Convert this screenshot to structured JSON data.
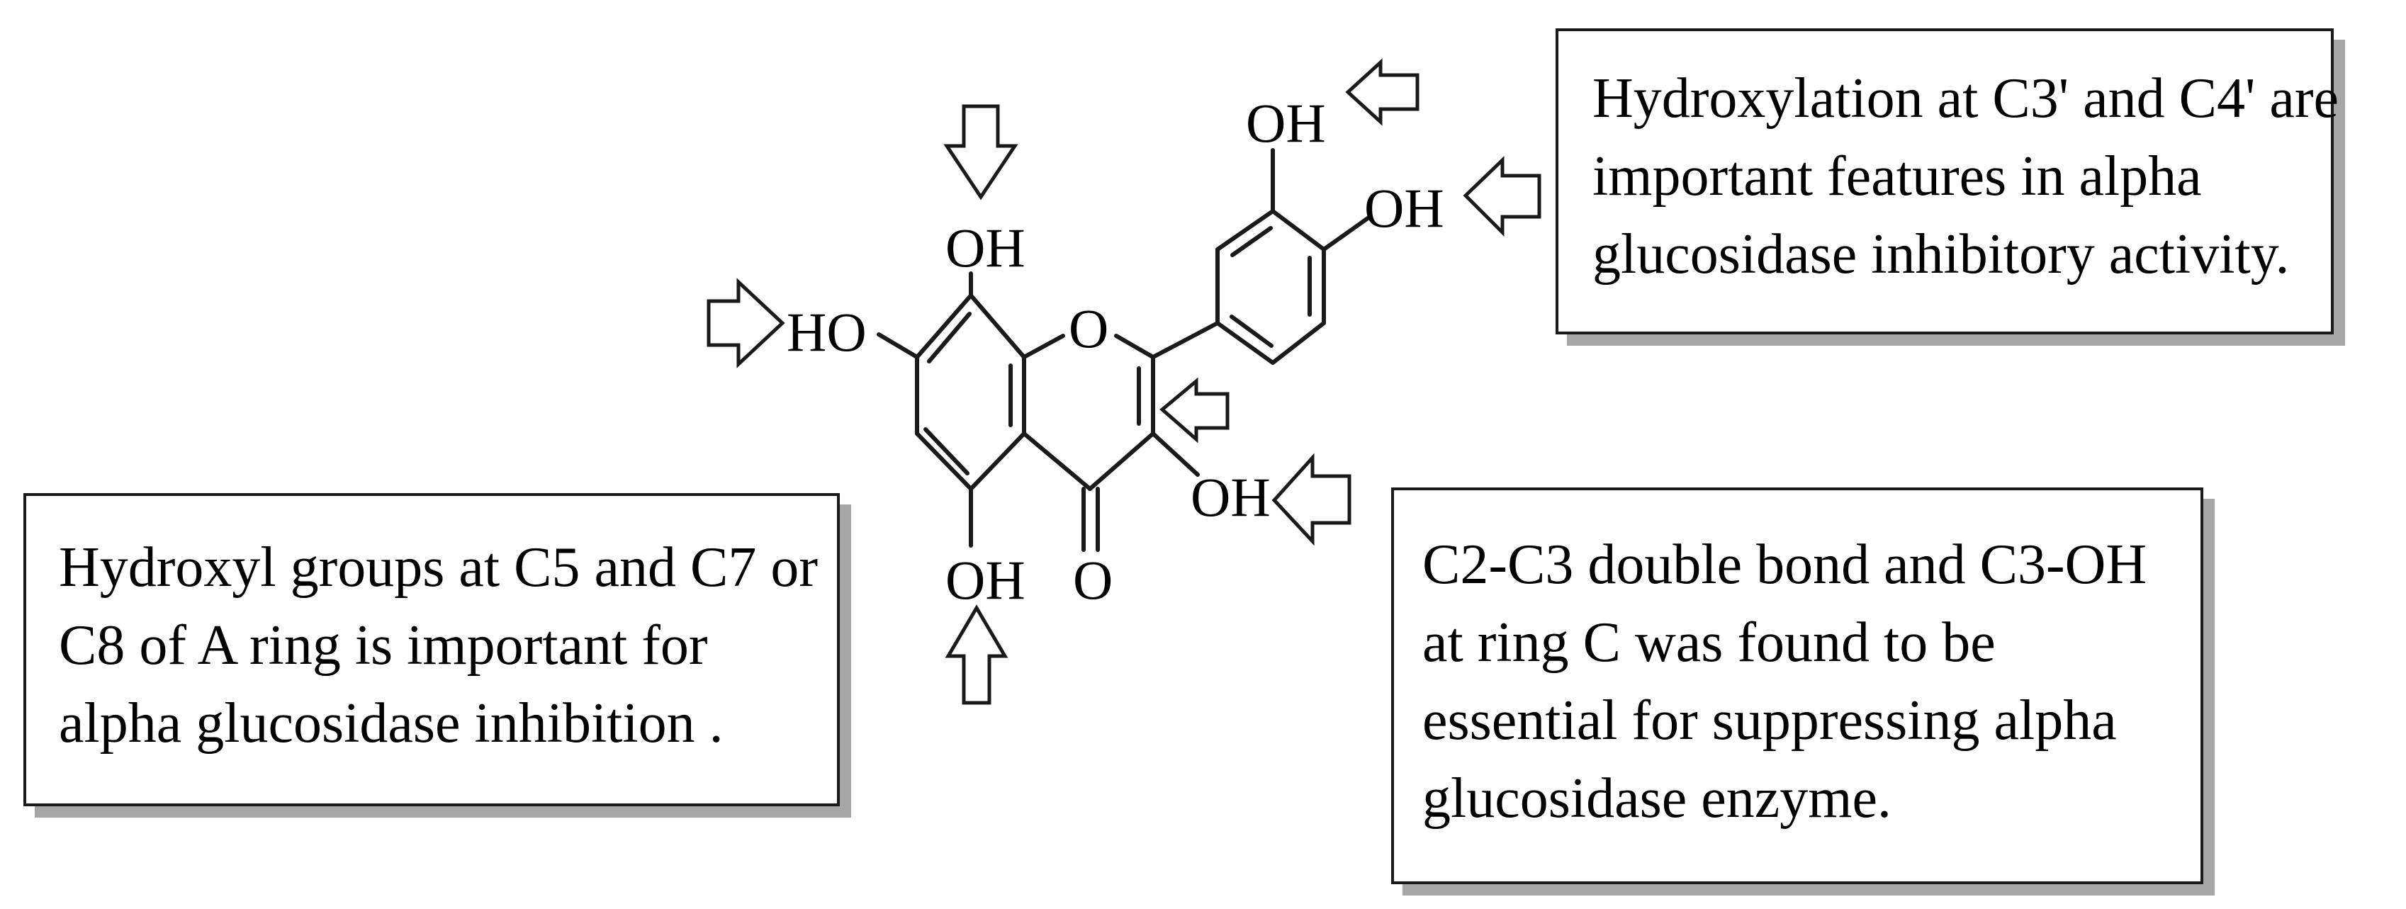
{
  "molecule": {
    "labels": {
      "oh_c3prime": "OH",
      "oh_c4prime": "OH",
      "oh_c8": "OH",
      "ho_c7": "HO",
      "ring_oxygen": "O",
      "oh_c3": "OH",
      "oh_c5": "OH",
      "carbonyl_oxygen": "O"
    }
  },
  "notes": {
    "hydroxylation": {
      "lines": [
        "Hydroxylation at C3' and C4' are",
        "important features in alpha",
        "glucosidase inhibitory activity."
      ]
    },
    "a_ring": {
      "lines": [
        "Hydroxyl groups at C5 and C7 or",
        "C8 of A ring is important for",
        "alpha glucosidase inhibition ."
      ]
    },
    "double_bond": {
      "lines": [
        "C2-C3 double bond and C3-OH",
        "at ring C was found to be",
        "essential for suppressing alpha",
        "glucosidase enzyme."
      ]
    }
  },
  "colors": {
    "stroke": "#1a1a1a",
    "shadow": "#a6a6a6",
    "background": "#ffffff"
  }
}
